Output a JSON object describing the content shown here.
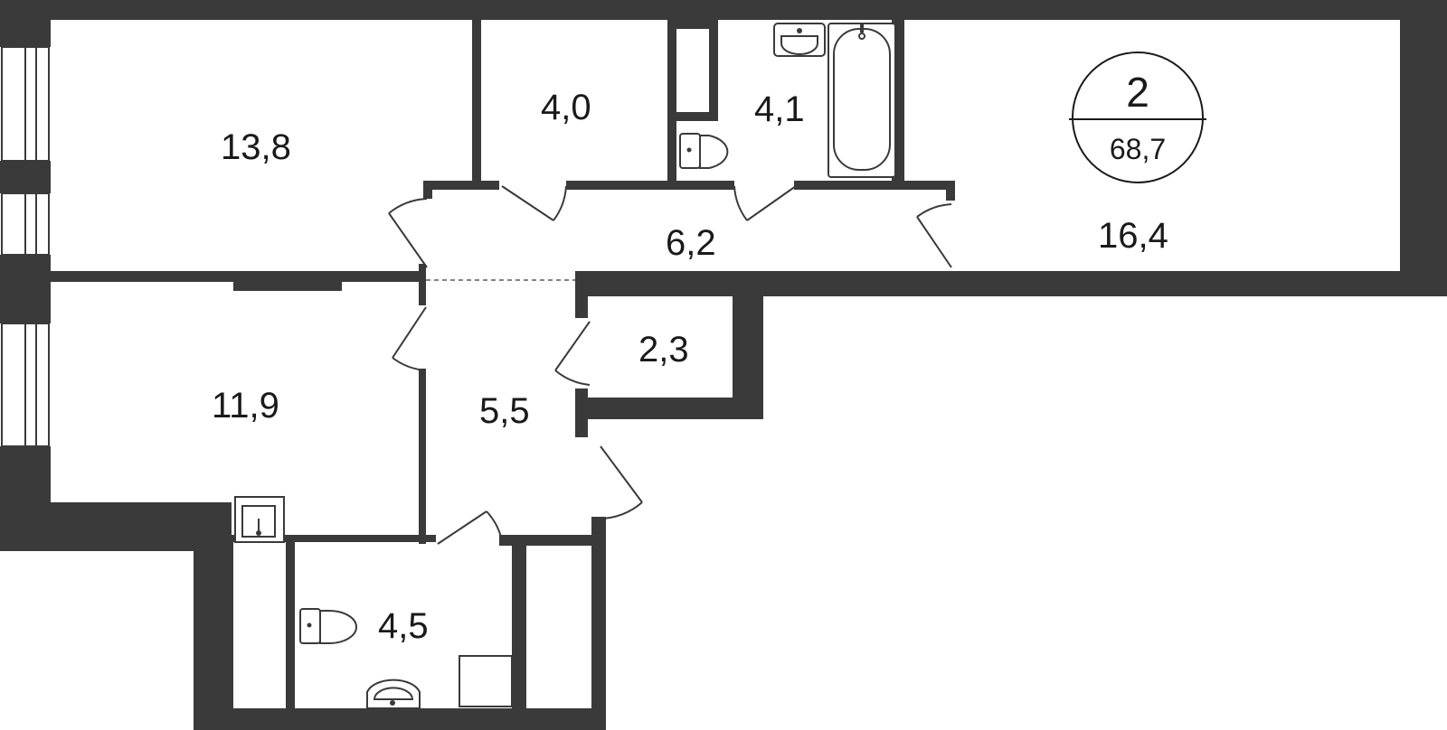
{
  "plan": {
    "rooms_count": "2",
    "total_area": "68,7",
    "rooms": [
      {
        "id": "room-top-left",
        "area": "13,8"
      },
      {
        "id": "room-closet-top",
        "area": "4,0"
      },
      {
        "id": "bathroom-top",
        "area": "4,1"
      },
      {
        "id": "hallway",
        "area": "6,2"
      },
      {
        "id": "living-room",
        "area": "16,4"
      },
      {
        "id": "storage",
        "area": "2,3"
      },
      {
        "id": "room-bottom-left",
        "area": "11,9"
      },
      {
        "id": "corridor",
        "area": "5,5"
      },
      {
        "id": "bathroom-bottom",
        "area": "4,5"
      }
    ],
    "colors": {
      "walls": "#3a3a3a",
      "background": "#ffffff"
    }
  }
}
